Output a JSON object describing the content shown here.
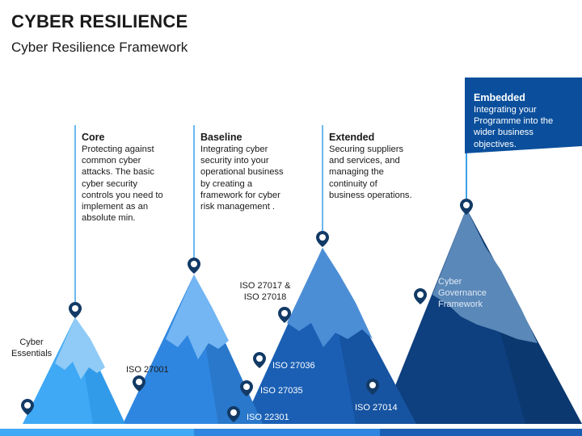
{
  "title": "CYBER RESILIENCE",
  "subtitle": "Cyber Resilience Framework",
  "stages": [
    {
      "name": "Core",
      "text": "Protecting against\ncommon cyber\nattacks. The basic\ncyber security\ncontrols you need to\nimplement as an\nabsolute min."
    },
    {
      "name": "Baseline",
      "text": "Integrating cyber\nsecurity into your\noperational business\nby creating a\nframework for cyber\nrisk management ."
    },
    {
      "name": "Extended",
      "text": "Securing suppliers\nand services, and\nmanaging the\ncontinuity of\nbusiness operations."
    },
    {
      "name": "Embedded",
      "text": "Integrating your\nProgramme into the\nwider business\nobjectives."
    }
  ],
  "standards": {
    "cyber_essentials": "Cyber\nEssentials",
    "iso_27001": "ISO 27001",
    "iso_27017_27018": "ISO 27017 &\nISO 27018",
    "iso_27036": "ISO 27036",
    "iso_27035": "ISO 27035",
    "iso_22301": "ISO 22301",
    "iso_27014": "ISO 27014",
    "cyber_governance": "Cyber\nGovernance\nFramework"
  },
  "colors": {
    "mountain_1": "#3fa9f5",
    "mountain_2": "#2f86e0",
    "mountain_3": "#1a5fb4",
    "mountain_4": "#0e3f7e",
    "snow": "#c9e4f8",
    "pin": "#123a66",
    "line": "#3aa0e8",
    "flag": "#0b4f9c"
  }
}
